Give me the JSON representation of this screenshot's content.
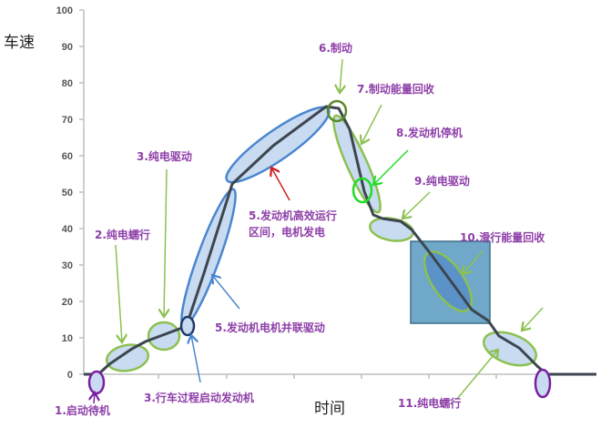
{
  "chart_data": {
    "type": "line",
    "title": "",
    "xlabel": "时间",
    "ylabel": "车速",
    "ylim": [
      0,
      100
    ],
    "yticks": [
      0,
      10,
      20,
      30,
      40,
      50,
      60,
      70,
      80,
      90,
      100
    ],
    "grid": false,
    "legend": null,
    "series": [
      {
        "name": "车速",
        "x": [
          0,
          3,
          6,
          10,
          16,
          19,
          23,
          30,
          38,
          44,
          48,
          50,
          55,
          57,
          58,
          61,
          63,
          69,
          73,
          76,
          80,
          82,
          86,
          100
        ],
        "values": [
          0,
          0,
          5,
          9,
          12,
          15,
          35,
          52,
          66,
          73,
          68,
          57,
          47,
          42,
          42,
          40,
          38,
          30,
          20,
          15,
          10,
          5,
          0,
          0
        ]
      }
    ],
    "annotations": [
      {
        "id": 1,
        "text": "1.启动待机"
      },
      {
        "id": 2,
        "text": "2.纯电蠕行"
      },
      {
        "id": 3,
        "text": "3.纯电驱动"
      },
      {
        "id": 4,
        "text": "3.行车过程启动发动机"
      },
      {
        "id": 5,
        "text": "5.发动机电机并联驱动"
      },
      {
        "id": 6,
        "text": "5.发动机高效运行"
      },
      {
        "id": 7,
        "text": "区间，电机发电"
      },
      {
        "id": 8,
        "text": "6.制动"
      },
      {
        "id": 9,
        "text": "7.制动能量回收"
      },
      {
        "id": 10,
        "text": "8.发动机停机"
      },
      {
        "id": 11,
        "text": "9.纯电驱动"
      },
      {
        "id": 12,
        "text": "10.滑行能量回收"
      },
      {
        "id": 13,
        "text": "11.纯电蠕行"
      }
    ]
  },
  "labels": {
    "yaxis_title": "车速",
    "xaxis_title": "时间",
    "ticks": [
      "0",
      "10",
      "20",
      "30",
      "40",
      "50",
      "60",
      "70",
      "80",
      "90",
      "100"
    ],
    "a1": "1.启动待机",
    "a2": "2.纯电蠕行",
    "a3": "3.纯电驱动",
    "a4": "3.行车过程启动发动机",
    "a5": "5.发动机电机并联驱动",
    "a6_line1": "5.发动机高效运行",
    "a6_line2": "区间，电机发电",
    "a7": "6.制动",
    "a8": "7.制动能量回收",
    "a9": "8.发动机停机",
    "a10": "9.纯电驱动",
    "a11": "10.滑行能量回收",
    "a12": "11.纯电蠕行"
  },
  "colors": {
    "line": "#3d4650",
    "fill": "#c9dbf0",
    "green": "#8cc152",
    "bright_green": "#22dd22",
    "blue": "#4a86d0",
    "dark_blue": "#1f3a68",
    "purple": "#7a1fa0",
    "red": "#cc2222",
    "box": "#6fa8c8",
    "label": "#8e3fa8"
  }
}
